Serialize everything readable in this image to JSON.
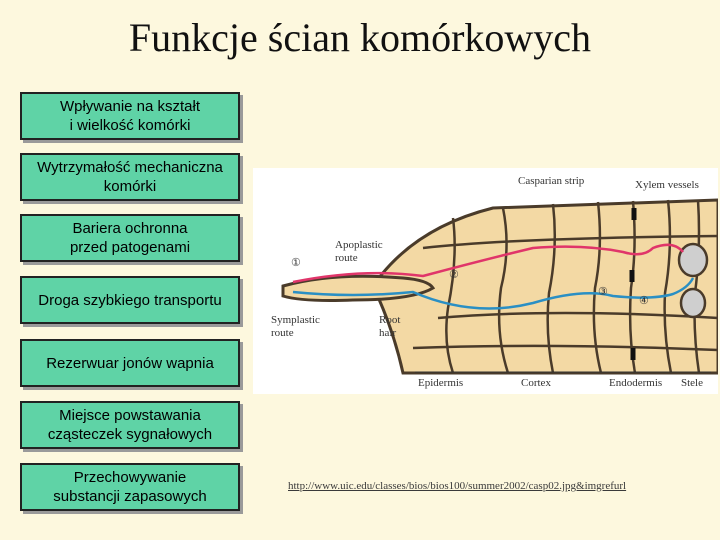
{
  "title": "Funkcje ścian komórkowych",
  "functions": [
    "Wpływanie na kształt\ni wielkość komórki",
    "Wytrzymałość mechaniczna\nkomórki",
    "Bariera ochronna\nprzed patogenami",
    "Droga szybkiego transportu",
    "Rezerwuar jonów wapnia",
    "Miejsce powstawania\ncząsteczek sygnałowych",
    "Przechowywanie\nsubstancji zapasowych"
  ],
  "figure": {
    "labels": {
      "casparian": "Casparian strip",
      "xylem": "Xylem vessels",
      "apoplastic": "Apoplastic",
      "apoplastic2": "route",
      "symplastic": "Symplastic",
      "symplastic2": "route",
      "root": "Root",
      "root2": "hair",
      "epidermis": "Epidermis",
      "cortex": "Cortex",
      "endodermis": "Endodermis",
      "stele": "Stele",
      "n1": "①",
      "n2": "②",
      "n3": "③",
      "n4": "④"
    },
    "colors": {
      "cells": "#f3d9a4",
      "walls": "#4a3b2a",
      "apoplastic": "#e0356a",
      "symplastic": "#2a8fc4"
    }
  },
  "url": "http://www.uic.edu/classes/bios/bios100/summer2002/casp02.jpg&imgrefurl"
}
